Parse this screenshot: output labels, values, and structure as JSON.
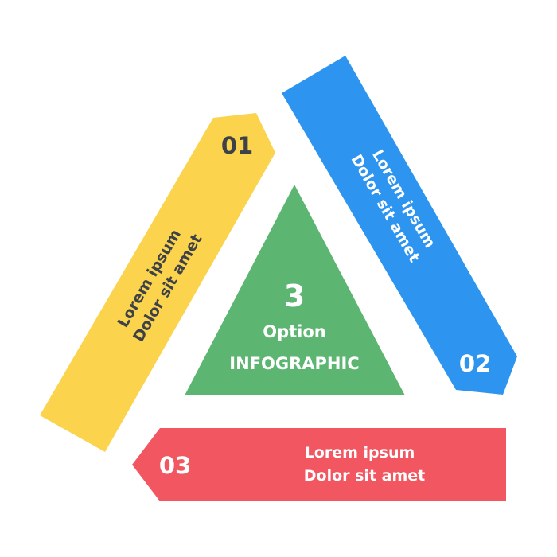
{
  "center": {
    "number": "3",
    "line1": "Option",
    "line2": "INFOGRAPHIC",
    "color": "#5cb571"
  },
  "options": [
    {
      "number": "01",
      "line1": "Lorem ipsum",
      "line2": "Dolor sit amet",
      "color": "#fbd34c",
      "number_color": "#3d4148",
      "text_color": "#3d4148"
    },
    {
      "number": "02",
      "line1": "Lorem ipsum",
      "line2": "Dolor sit amet",
      "color": "#2d95ef",
      "number_color": "#ffffff",
      "text_color": "#ffffff"
    },
    {
      "number": "03",
      "line1": "Lorem ipsum",
      "line2": "Dolor sit amet",
      "color": "#f25660",
      "number_color": "#ffffff",
      "text_color": "#ffffff"
    }
  ]
}
